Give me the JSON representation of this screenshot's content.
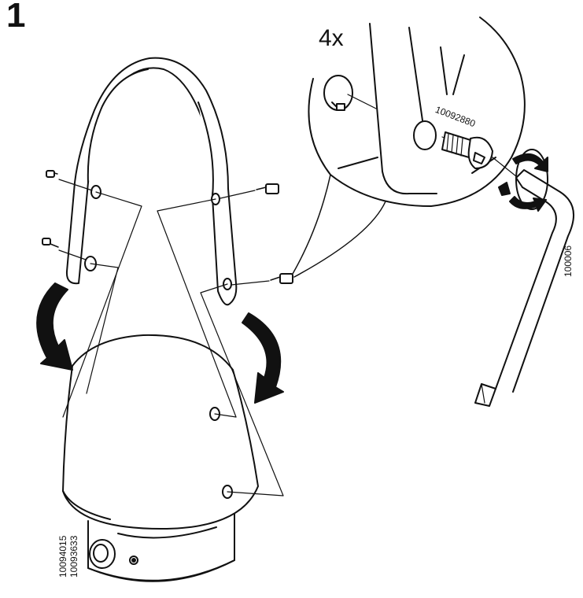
{
  "step": {
    "number": "1"
  },
  "callout": {
    "quantity": "4x"
  },
  "parts": {
    "screw_id": "10092880",
    "allen_key_id": "100006",
    "lamp_ids": [
      "10094015",
      "10093633"
    ]
  },
  "colors": {
    "ink": "#111111",
    "paper": "#ffffff"
  }
}
